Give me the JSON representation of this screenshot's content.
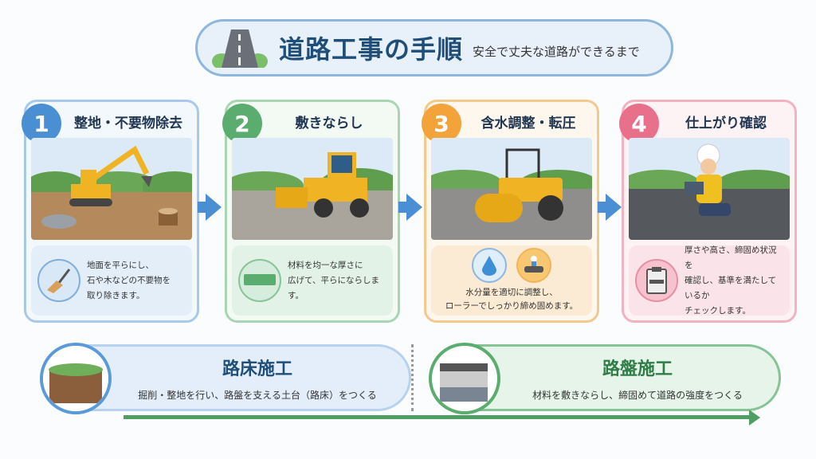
{
  "header": {
    "title": "道路工事の手順",
    "subtitle": "安全で丈夫な道路ができるまで"
  },
  "steps": [
    {
      "number": "1",
      "title": "整地・不要物除去",
      "description": "地面を平らにし、\n石や木などの不要物を\n取り除きます。",
      "color": "#4a8fd4"
    },
    {
      "number": "2",
      "title": "敷きならし",
      "description": "材料を均一な厚さに\n広げて、平らにならします。",
      "color": "#5aad6e"
    },
    {
      "number": "3",
      "title": "含水調整・転圧",
      "description": "水分量を適切に調整し、\nローラーでしっかり締め固めます。",
      "color": "#f2a33a"
    },
    {
      "number": "4",
      "title": "仕上がり確認",
      "description": "厚さや高さ、締固め状況を\n確認し、基準を満たしているか\nチェックします。",
      "color": "#e8708a"
    }
  ],
  "phases": [
    {
      "title": "路床施工",
      "description": "掘削・整地を行い、路盤を支える土台（路床）をつくる",
      "color": "#4a8fd4"
    },
    {
      "title": "路盤施工",
      "description": "材料を敷きならし、締固めて道路の強度をつくる",
      "color": "#5aad6e"
    }
  ]
}
